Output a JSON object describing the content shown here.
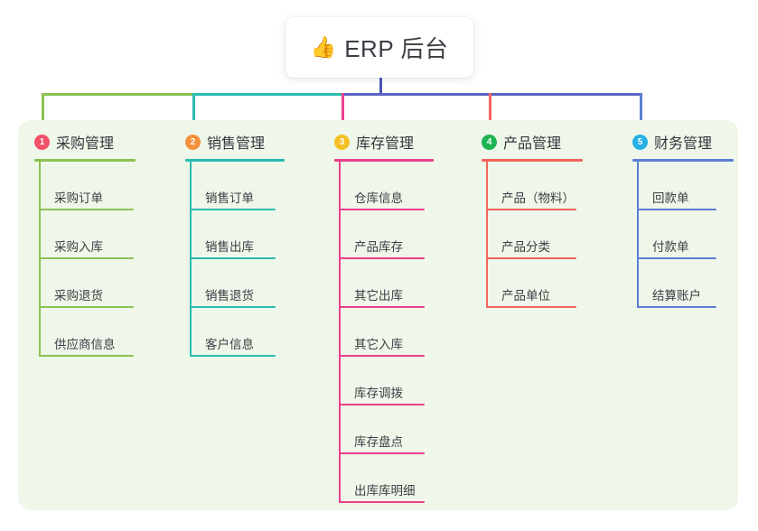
{
  "root": {
    "icon": "thumbs-up-emoji",
    "emoji": "👍",
    "title": "ERP 后台"
  },
  "colors": {
    "panel_bg": "#eef7e9",
    "page_bg": "#ffffff",
    "root_stem": "#4a55b8",
    "bus_purple": "#5b63c4",
    "text": "#3b3f45"
  },
  "columns": [
    {
      "index": "1",
      "title": "采购管理",
      "badge_color": "#f2516a",
      "line_color": "#8cc152",
      "items": [
        {
          "label": "采购订单"
        },
        {
          "label": "采购入库"
        },
        {
          "label": "采购退货"
        },
        {
          "label": "供应商信息"
        }
      ]
    },
    {
      "index": "2",
      "title": "销售管理",
      "badge_color": "#f5903c",
      "line_color": "#2bbbb0",
      "items": [
        {
          "label": "销售订单"
        },
        {
          "label": "销售出库"
        },
        {
          "label": "销售退货"
        },
        {
          "label": "客户信息"
        }
      ]
    },
    {
      "index": "3",
      "title": "库存管理",
      "badge_color": "#f5c026",
      "line_color": "#ec3f8e",
      "items": [
        {
          "label": "仓库信息"
        },
        {
          "label": "产品库存"
        },
        {
          "label": "其它出库"
        },
        {
          "label": "其它入库"
        },
        {
          "label": "库存调拨"
        },
        {
          "label": "库存盘点"
        },
        {
          "label": "出库库明细"
        }
      ]
    },
    {
      "index": "4",
      "title": "产品管理",
      "badge_color": "#1fb453",
      "line_color": "#f4645c",
      "items": [
        {
          "label": "产品（物料）"
        },
        {
          "label": "产品分类"
        },
        {
          "label": "产品单位"
        }
      ]
    },
    {
      "index": "5",
      "title": "财务管理",
      "badge_color": "#27b0e6",
      "line_color": "#5b7fd4",
      "items": [
        {
          "label": "回款单"
        },
        {
          "label": "付款单"
        },
        {
          "label": "结算账户"
        }
      ]
    }
  ]
}
